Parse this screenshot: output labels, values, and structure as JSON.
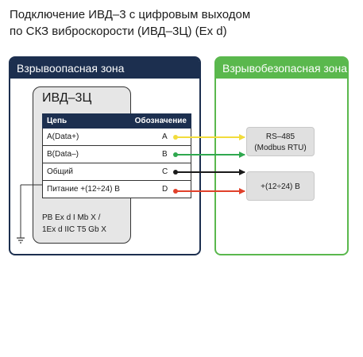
{
  "title": {
    "line1": "Подключение ИВД–3 с цифровым выходом",
    "line2": "по СКЗ виброскорости (ИВД–3Ц) (Ex d)"
  },
  "zones": {
    "hazard": "Взрывоопасная зона",
    "safe": "Взрывобезопасная зона"
  },
  "device": {
    "name": "ИВД–3Ц",
    "table": {
      "headers": [
        "Цепь",
        "Обозначение"
      ],
      "rows": [
        {
          "circuit": "A(Data+)",
          "designation": "A"
        },
        {
          "circuit": "B(Data–)",
          "designation": "B"
        },
        {
          "circuit": "Общий",
          "designation": "C"
        },
        {
          "circuit": "Питание +(12÷24) В",
          "designation": "D"
        }
      ]
    },
    "marking": {
      "line1": "PB Ex d I Mb X /",
      "line2": "1Ex d IIC T5 Gb X"
    }
  },
  "targets": {
    "rs485": {
      "line1": "RS–485",
      "line2": "(Modbus RTU)"
    },
    "power": "+(12÷24) В"
  },
  "colors": {
    "hazard_zone": "#1c2f4f",
    "safe_zone": "#5ab84d",
    "wire_a": "#f2dc3c",
    "wire_b": "#2fa84f",
    "wire_c": "#1a1a1a",
    "wire_d": "#e0402a"
  },
  "icons": [
    "ground-icon",
    "arrow-icon"
  ]
}
